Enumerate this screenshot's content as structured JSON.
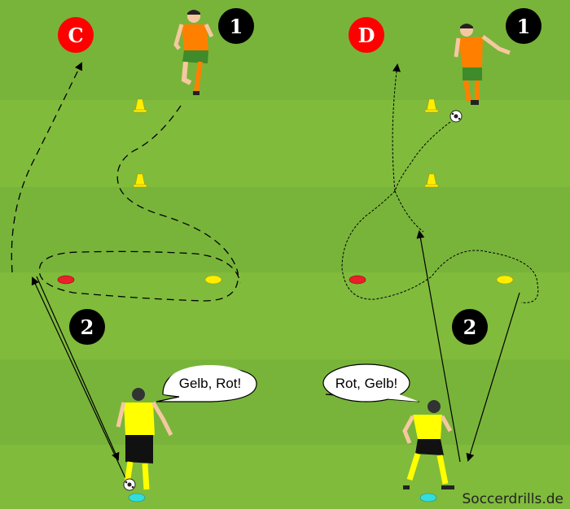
{
  "left_drill": {
    "target_label": "C",
    "player1_number": "1",
    "player2_number": "2",
    "callout": "Gelb, Rot!"
  },
  "right_drill": {
    "target_label": "D",
    "player1_number": "1",
    "player2_number": "2",
    "callout": "Rot, Gelb!"
  },
  "watermark": "Soccerdrills.de",
  "colors": {
    "grass_dark": "#78b43a",
    "grass_light": "#80bb3c",
    "target_red": "#ff0000",
    "badge_black": "#000000",
    "cone_yellow": "#ffee00",
    "disc_red": "#e8202a",
    "disc_yellow": "#ffee00",
    "disc_cyan": "#33dddd",
    "attacker_shirt": "#ff8000",
    "attacker_shorts": "#3f8a2a",
    "defender_shirt": "#ffff00",
    "defender_shorts": "#111111"
  }
}
